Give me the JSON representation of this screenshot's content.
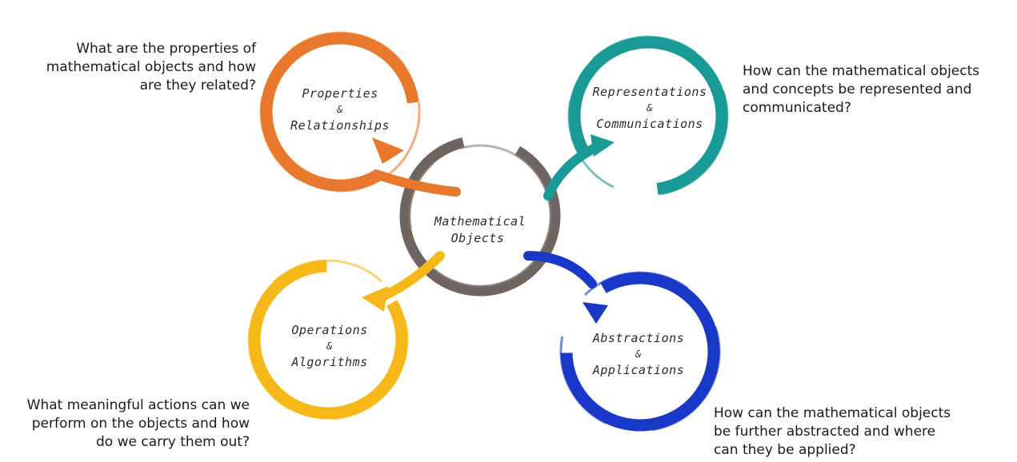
{
  "center": {
    "line1": "Mathematical",
    "line2": "Objects",
    "color": "#6e6560"
  },
  "nodes": [
    {
      "id": "properties",
      "line1": "Properties",
      "amp": "&",
      "line2": "Relationships",
      "color": "#e8782e",
      "question": "What are the properties of\nmathematical objects and how\nare they related?"
    },
    {
      "id": "representations",
      "line1": "Representations",
      "amp": "&",
      "line2": "Communications",
      "color": "#1a9a96",
      "question": "How can the mathematical objects\nand concepts be represented and\ncommunicated?"
    },
    {
      "id": "operations",
      "line1": "Operations",
      "amp": "&",
      "line2": "Algorithms",
      "color": "#f5b818",
      "question": "What meaningful actions can we\nperform on the objects and how\ndo we carry them out?"
    },
    {
      "id": "abstractions",
      "line1": "Abstractions",
      "amp": "&",
      "line2": "Applications",
      "color": "#1a38c8",
      "question": "How can the mathematical objects\nbe further abstracted and where\ncan they be applied?"
    }
  ]
}
